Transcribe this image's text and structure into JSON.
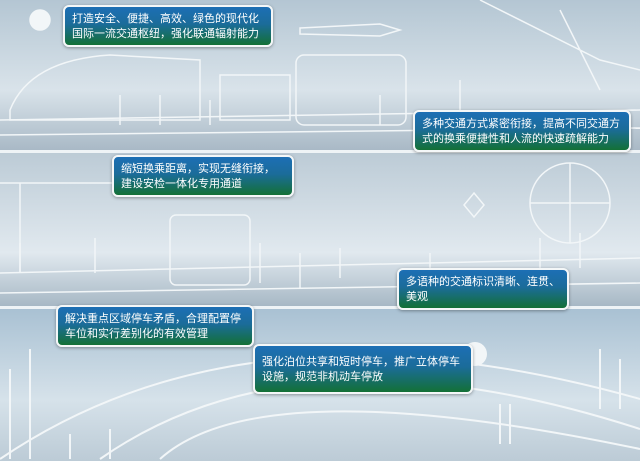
{
  "callouts": [
    {
      "id": "hub",
      "text": "打造安全、便捷、高效、绿色的现代化国际一流交通枢纽，强化联通辐射能力"
    },
    {
      "id": "transfer-distance",
      "text": "缩短换乘距离，实现无缝衔接，建设安检一体化专用通道"
    },
    {
      "id": "multimodal",
      "text": "多种交通方式紧密衔接，提高不同交通方式的换乘便捷性和人流的快速疏解能力"
    },
    {
      "id": "signage",
      "text": "多语种的交通标识清晰、连贯、美观"
    },
    {
      "id": "parking-conflict",
      "text": "解决重点区域停车矛盾，合理配置停车位和实行差别化的有效管理"
    },
    {
      "id": "parking-sharing",
      "text": "强化泊位共享和短时停车，推广立体停车设施，规范非机动车停放"
    }
  ],
  "colors": {
    "callout_top": "#1d6fb5",
    "callout_bottom": "#137036",
    "line": "#f2f6f8"
  }
}
